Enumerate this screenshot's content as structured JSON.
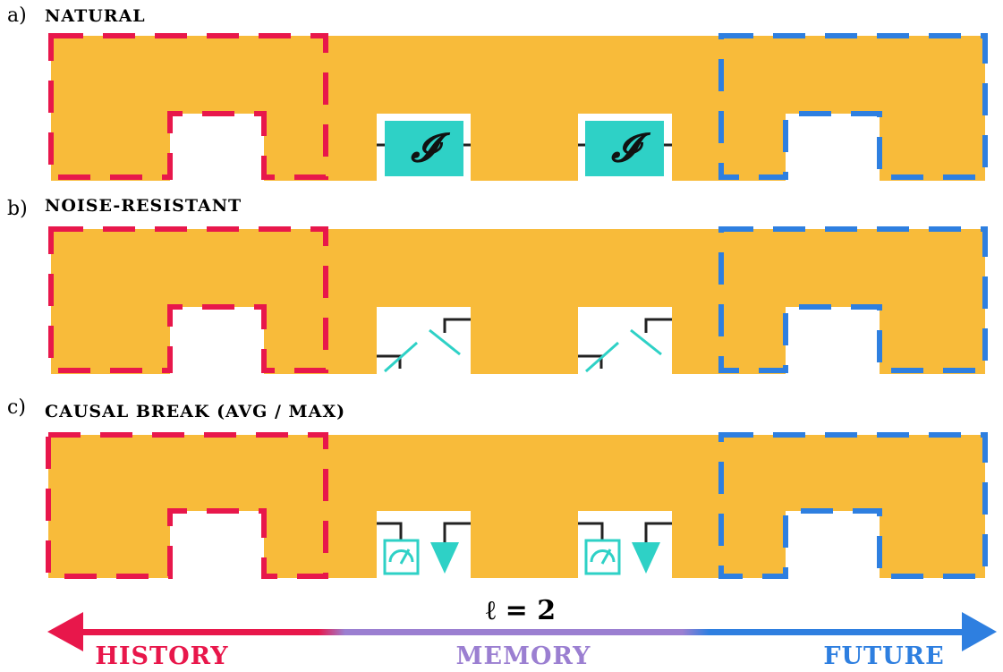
{
  "colors": {
    "comb": "#F8BB3A",
    "history": "#E8174B",
    "memory": "#9B7FD1",
    "future": "#2E7FE0",
    "gate": "#2ED1C6",
    "wire": "#222222"
  },
  "panels": [
    {
      "id": "a",
      "label": "a)",
      "title": "NATURAL",
      "operation": "identity",
      "gate_symbol": "𝓘"
    },
    {
      "id": "b",
      "label": "b)",
      "title": "NOISE-RESISTANT",
      "operation": "swap-mirrors"
    },
    {
      "id": "c",
      "label": "c)",
      "title": "CAUSAL BREAK (AVG / MAX)",
      "operation": "measure-prepare"
    }
  ],
  "axis": {
    "ell_label": "ℓ = 2",
    "history_label": "HISTORY",
    "memory_label": "MEMORY",
    "future_label": "FUTURE"
  }
}
